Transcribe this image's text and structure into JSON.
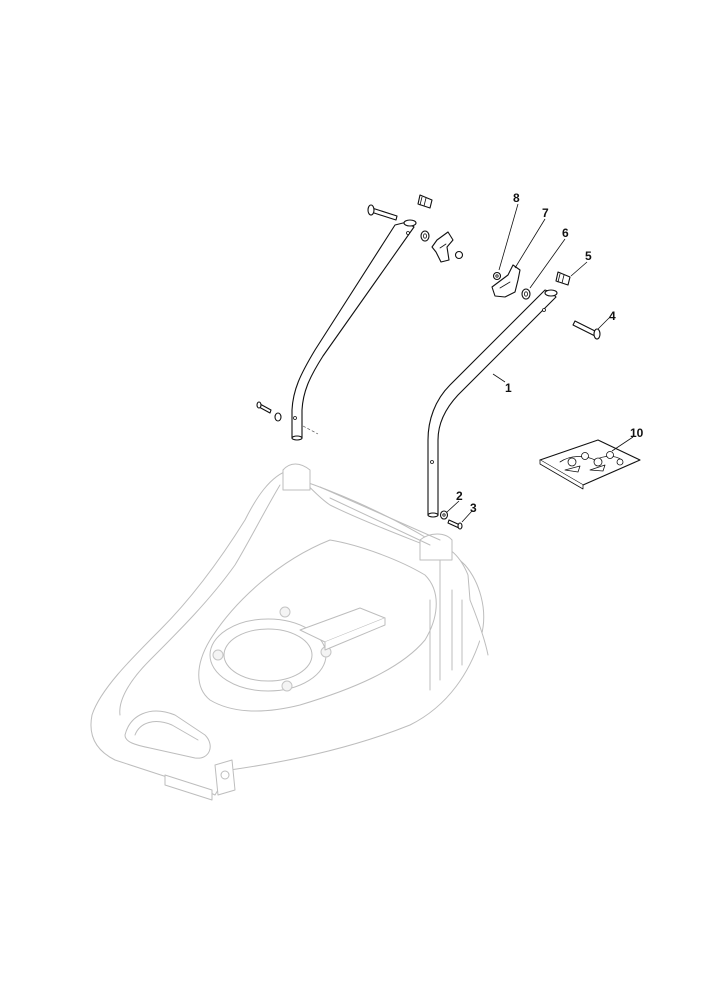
{
  "diagram": {
    "callouts": {
      "c1": "1",
      "c2": "2",
      "c3": "3",
      "c4": "4",
      "c5": "5",
      "c6": "6",
      "c7": "7",
      "c8": "8",
      "c10": "10"
    },
    "colors": {
      "line": "#111111",
      "ghost": "#bdbdbd",
      "background": "#ffffff"
    }
  }
}
